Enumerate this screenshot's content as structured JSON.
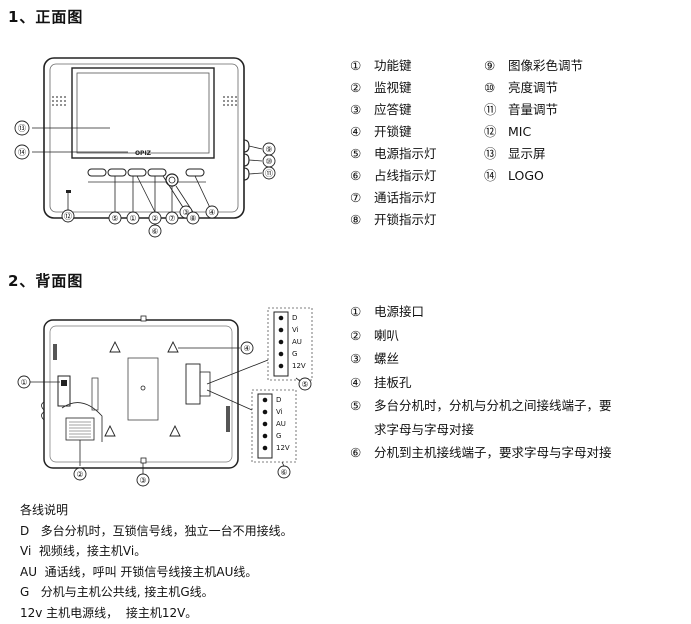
{
  "front": {
    "title": "1、正面图",
    "brand": "OPIZ",
    "legend_col1": [
      {
        "num": "①",
        "text": "功能键"
      },
      {
        "num": "②",
        "text": "监视键"
      },
      {
        "num": "③",
        "text": "应答键"
      },
      {
        "num": "④",
        "text": "开锁键"
      },
      {
        "num": "⑤",
        "text": "电源指示灯"
      },
      {
        "num": "⑥",
        "text": "占线指示灯"
      },
      {
        "num": "⑦",
        "text": "通话指示灯"
      },
      {
        "num": "⑧",
        "text": "开锁指示灯"
      }
    ],
    "legend_col2": [
      {
        "num": "⑨",
        "text": "图像彩色调节"
      },
      {
        "num": "⑩",
        "text": "亮度调节"
      },
      {
        "num": "⑪",
        "text": "音量调节"
      },
      {
        "num": "⑫",
        "text": "MIC"
      },
      {
        "num": "⑬",
        "text": "显示屏"
      },
      {
        "num": "⑭",
        "text": "LOGO"
      }
    ],
    "callouts": [
      "⑤",
      "①",
      "②",
      "③",
      "④",
      "⑥",
      "⑦",
      "⑧",
      "⑨",
      "⑩",
      "⑪",
      "⑫",
      "⑬",
      "⑭"
    ]
  },
  "back": {
    "title": "2、背面图",
    "legend": [
      {
        "num": "①",
        "text": "电源接口"
      },
      {
        "num": "②",
        "text": "喇叭"
      },
      {
        "num": "③",
        "text": "螺丝"
      },
      {
        "num": "④",
        "text": "挂板孔"
      },
      {
        "num": "⑤",
        "text": "多台分机时，分机与分机之间接线端子，要"
      },
      {
        "num": "",
        "text": "求字母与字母对接"
      },
      {
        "num": "⑥",
        "text": "分机到主机接线端子，要求字母与字母对接"
      }
    ],
    "terminal_labels": [
      "D",
      "Vi",
      "AU",
      "G",
      "12V"
    ],
    "callouts": [
      "①",
      "②",
      "③",
      "④",
      "⑤",
      "⑥"
    ]
  },
  "notes": {
    "heading": "各线说明",
    "lines": [
      "D   多台分机时，互锁信号线，独立一台不用接线。",
      "Vi  视频线，接主机Vi。",
      "AU  通话线，呼叫 开锁信号线接主机AU线。",
      "G   分机与主机公共线, 接主机G线。",
      "12v 主机电源线，  接主机12V。"
    ]
  }
}
